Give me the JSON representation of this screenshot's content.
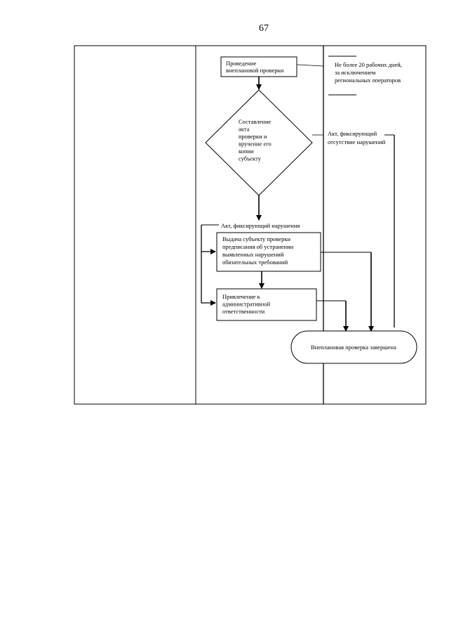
{
  "page_number": "67",
  "nodes": {
    "start": {
      "lines": [
        "Проведение",
        "внеплановой проверки"
      ]
    },
    "decision": {
      "lines": [
        "Составление",
        "акта",
        "проверки и",
        "вручение его",
        "копии",
        "субъекту"
      ]
    },
    "order": {
      "lines": [
        "Выдача субъекту проверки",
        "предписания об устранении",
        "выявленных нарушений",
        "обязательных требований"
      ]
    },
    "liability": {
      "lines": [
        "Привлечение к",
        "административной",
        "ответственности"
      ]
    },
    "end": {
      "lines": [
        "Внеплановая проверка завершена"
      ]
    }
  },
  "annotations": {
    "deadline": {
      "lines": [
        "Не более 20 рабочих дней,",
        "за исключением",
        "региональных операторов"
      ]
    },
    "no_violations": {
      "lines": [
        "Акт, фиксирующий",
        "отсутствие нарушений"
      ]
    },
    "violations": {
      "lines": [
        "Акт, фиксирующий нарушения"
      ]
    }
  }
}
